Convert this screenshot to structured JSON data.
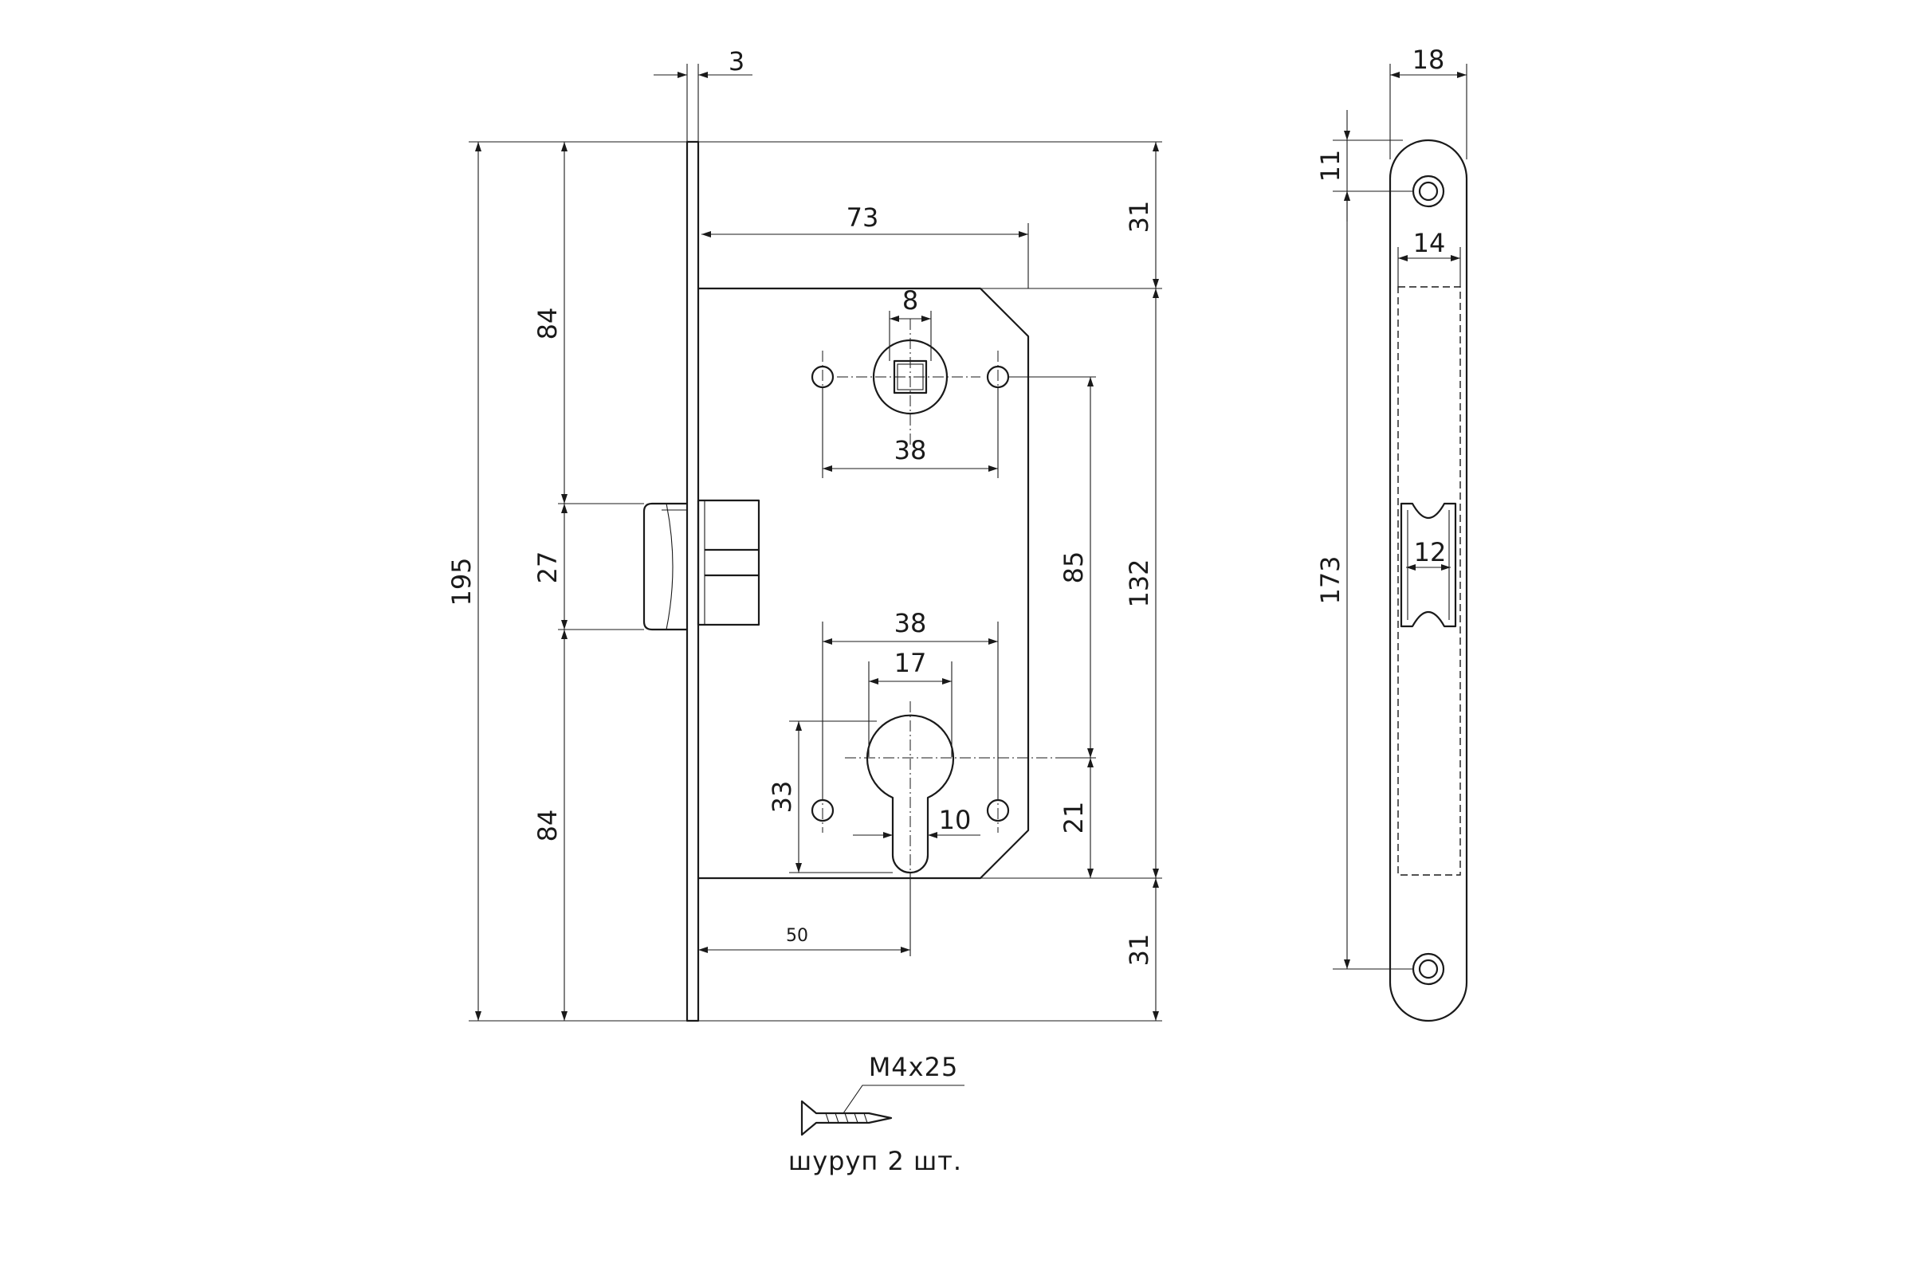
{
  "front_view": {
    "dims": {
      "faceplate_thickness": "3",
      "overall_height": "195",
      "upper_segment": "84",
      "latch_height": "27",
      "lower_segment": "84",
      "body_depth": "73",
      "top_offset": "31",
      "body_height": "132",
      "bottom_offset": "31",
      "spindle_square": "8",
      "upper_screw_spacing": "38",
      "lower_screw_spacing": "38",
      "cylinder_width": "17",
      "spindle_to_cylinder": "85",
      "cylinder_to_body_bottom": "21",
      "cylinder_height": "33",
      "cylinder_slot_width": "10",
      "backset": "50"
    }
  },
  "side_view": {
    "dims": {
      "faceplate_width": "18",
      "hole_offset": "11",
      "cutout_width": "14",
      "latch_width": "12",
      "hole_spacing": "173"
    }
  },
  "screw": {
    "size": "M4x25",
    "caption": "шуруп 2 шт."
  }
}
